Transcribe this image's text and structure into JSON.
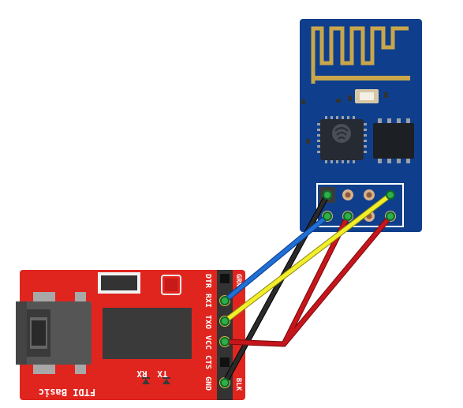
{
  "ftdi": {
    "board_label": "FTDI Basic",
    "led_labels": [
      "TX",
      "RX"
    ],
    "pin_labels": [
      "DTR",
      "RXI",
      "TXO",
      "VCC",
      "CTS",
      "GND"
    ],
    "end_label_top": "GRN",
    "end_label_bottom": "BLK",
    "board_color": "#e0251f"
  },
  "esp": {
    "board_color": "#0f3f8c"
  },
  "wires": [
    {
      "name": "blue-wire",
      "color": "#1f6fd6"
    },
    {
      "name": "yellow-wire",
      "color": "#f2ee2a"
    },
    {
      "name": "red-wire",
      "color": "#c4161c"
    },
    {
      "name": "black-wire",
      "color": "#2a2a2a"
    }
  ],
  "icons": [
    "usb-connector-icon",
    "esp-antenna-icon",
    "espressif-logo-icon"
  ]
}
